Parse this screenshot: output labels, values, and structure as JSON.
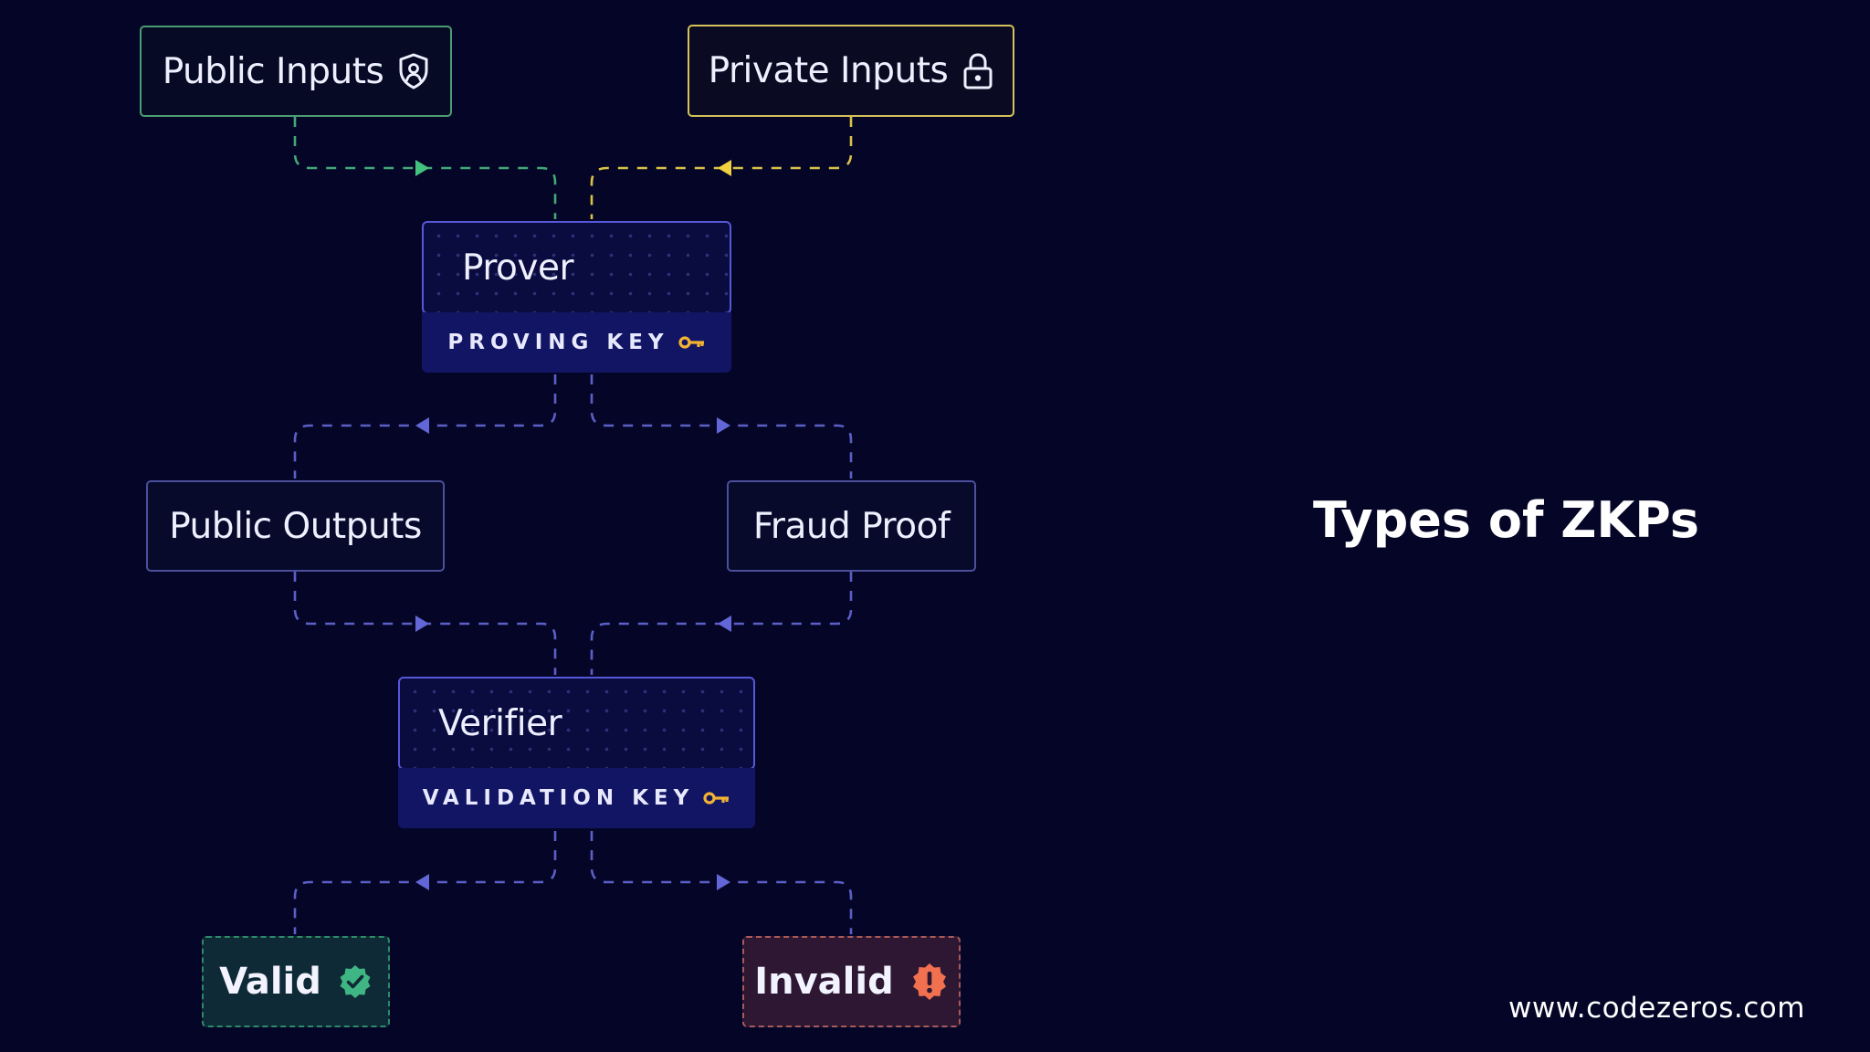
{
  "diagram": {
    "public_inputs": {
      "label": "Public Inputs",
      "icon": "shield-icon",
      "color": "#4a9d72"
    },
    "private_inputs": {
      "label": "Private Inputs",
      "icon": "lock-icon",
      "color": "#d6c25a"
    },
    "prover": {
      "label": "Prover",
      "key_label": "PROVING KEY",
      "icon": "key-icon"
    },
    "public_outputs": {
      "label": "Public Outputs"
    },
    "fraud_proof": {
      "label": "Fraud Proof"
    },
    "verifier": {
      "label": "Verifier",
      "key_label": "VALIDATION KEY",
      "icon": "key-icon"
    },
    "valid": {
      "label": "Valid",
      "icon": "check-badge-icon",
      "color": "#3fb583"
    },
    "invalid": {
      "label": "Invalid",
      "icon": "alert-badge-icon",
      "color": "#f0704f"
    },
    "connector_color": "#5b5fc7",
    "key_color": "#f2b233"
  },
  "title": "Types of ZKPs",
  "website": "www.codezeros.com"
}
